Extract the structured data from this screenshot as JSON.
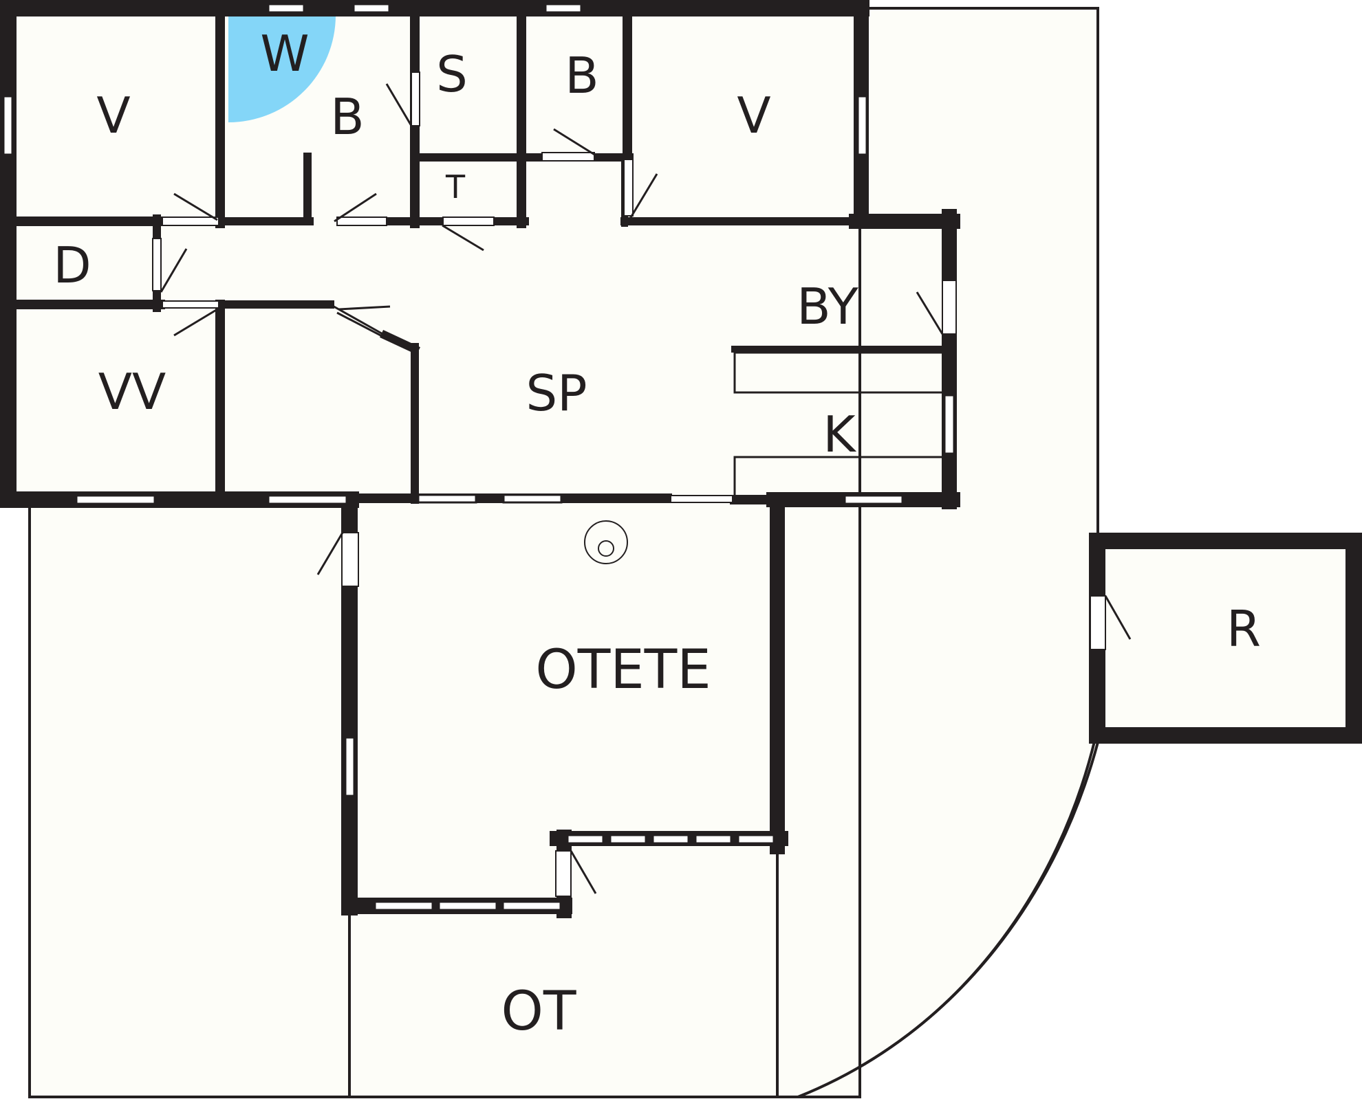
{
  "colors": {
    "wall": "#231f20",
    "floor": "#fdfdf8",
    "window": "#ffffff",
    "highlight": "#84d6f8"
  },
  "rooms": {
    "v_left": "V",
    "wc": "W",
    "bath_main": "B",
    "sauna": "S",
    "bath_small": "B",
    "v_right": "V",
    "toilet": "T",
    "dressing": "D",
    "vv": "VV",
    "sp": "SP",
    "by": "BY",
    "k": "K",
    "otete": "OTETE",
    "ot": "OT",
    "r": "R"
  }
}
